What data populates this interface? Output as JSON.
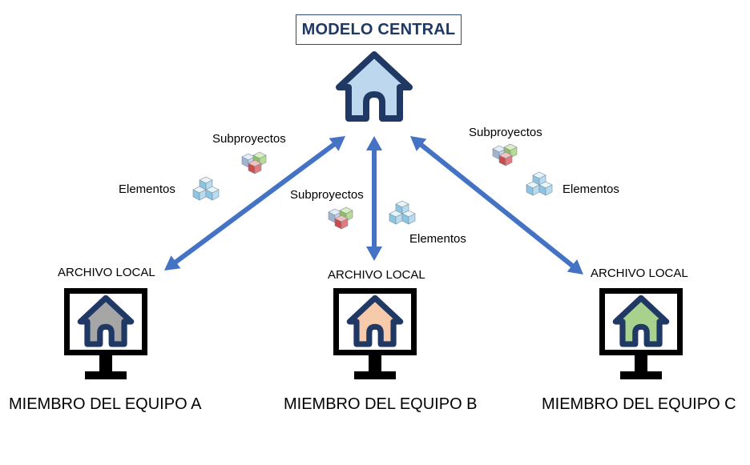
{
  "central": {
    "title": "MODELO CENTRAL"
  },
  "edges": [
    {
      "from": "central",
      "to": "A",
      "labels": {
        "subproyectos": "Subproyectos",
        "elementos": "Elementos"
      }
    },
    {
      "from": "central",
      "to": "B",
      "labels": {
        "subproyectos": "Subproyectos",
        "elementos": "Elementos"
      }
    },
    {
      "from": "central",
      "to": "C",
      "labels": {
        "subproyectos": "Subproyectos",
        "elementos": "Elementos"
      }
    }
  ],
  "members": [
    {
      "id": "A",
      "name": "MIEMBRO DEL EQUIPO A",
      "archivo": "ARCHIVO LOCAL",
      "house_color": "#a6a6a6"
    },
    {
      "id": "B",
      "name": "MIEMBRO DEL EQUIPO B",
      "archivo": "ARCHIVO LOCAL",
      "house_color": "#f7caac"
    },
    {
      "id": "C",
      "name": "MIEMBRO DEL EQUIPO C",
      "archivo": "ARCHIVO LOCAL",
      "house_color": "#a9d18e"
    }
  ],
  "colors": {
    "arrow": "#4472c4",
    "house_outline": "#1f3864",
    "central_house_fill": "#bdd7ee",
    "monitor": "#000000"
  }
}
